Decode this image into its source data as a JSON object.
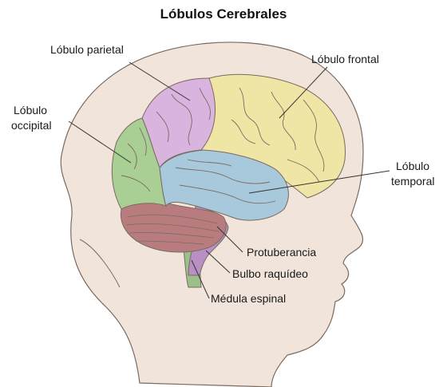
{
  "title": "Lóbulos Cerebrales",
  "labels": {
    "parietal": "Lóbulo parietal",
    "frontal": "Lóbulo frontal",
    "occipital_line1": "Lóbulo",
    "occipital_line2": "occipital",
    "temporal_line1": "Lóbulo",
    "temporal_line2": "temporal",
    "pons": "Protuberancia",
    "medulla": "Bulbo raquídeo",
    "spinal_cord": "Médula espinal"
  },
  "colors": {
    "frontal": "#efe6a6",
    "parietal": "#d8b4de",
    "occipital": "#a9cf94",
    "temporal": "#a8c8dc",
    "cerebellum": "#b97c7e",
    "brainstem": "#b890c4",
    "spinal_cord": "#9cc08a",
    "skin": "#f1e4da",
    "outline": "#7a6a60"
  }
}
